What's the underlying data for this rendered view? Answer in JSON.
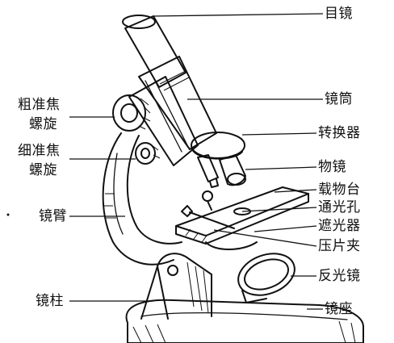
{
  "labels": {
    "eyepiece": "目镜",
    "tube": "镜筒",
    "nosepiece": "转换器",
    "objective": "物镜",
    "stage": "载物台",
    "aperture": "通光孔",
    "diaphragm": "遮光器",
    "clip": "压片夹",
    "mirror": "反光镜",
    "base": "镜座",
    "coarse_line1": "粗准焦",
    "coarse_line2": "螺旋",
    "fine_line1": "细准焦",
    "fine_line2": "螺旋",
    "arm": "镜臂",
    "pillar": "镜柱"
  }
}
